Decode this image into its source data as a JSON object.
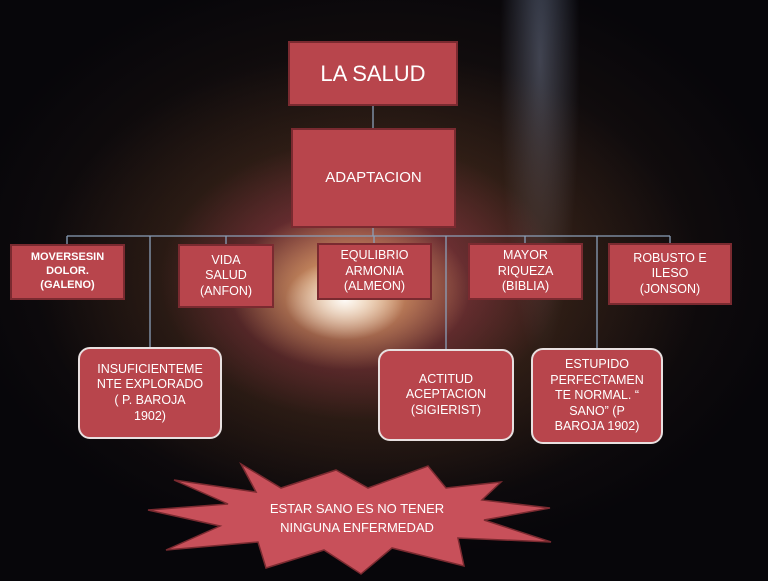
{
  "diagram": {
    "title": "LA SALUD",
    "center": "ADAPTACION",
    "level1": [
      {
        "id": "mover",
        "lines": [
          "MOVERSESIN",
          "DOLOR.",
          "(GALENO)"
        ]
      },
      {
        "id": "vida",
        "lines": [
          "VIDA",
          "SALUD",
          "(ANFON)"
        ]
      },
      {
        "id": "equi",
        "lines": [
          "EQULIBRIO",
          "ARMONIA",
          "(ALMEON)"
        ]
      },
      {
        "id": "mayor",
        "lines": [
          "MAYOR",
          "RIQUEZA",
          "(BIBLIA)"
        ]
      },
      {
        "id": "robusto",
        "lines": [
          "ROBUSTO E",
          "ILESO",
          "(JONSON)"
        ]
      }
    ],
    "level2": [
      {
        "id": "insuf",
        "lines": [
          "INSUFICIENTEME",
          "NTE EXPLORADO",
          "( P. BAROJA",
          "1902)"
        ]
      },
      {
        "id": "actitud",
        "lines": [
          "ACTITUD",
          "ACEPTACION",
          "(SIGIERIST)"
        ]
      },
      {
        "id": "estupido",
        "lines": [
          "ESTUPIDO",
          "PERFECTAMEN",
          "TE NORMAL. “",
          "SANO” (P",
          "BAROJA 1902)"
        ]
      }
    ],
    "conclusion": [
      "ESTAR SANO ES NO TENER",
      "NINGUNA ENFERMEDAD"
    ]
  },
  "colors": {
    "box_fill": "#b8454c",
    "box_border": "#7a2a30",
    "rounded_border": "#e8e0e0",
    "connector": "#8a9fb8",
    "star_fill": "#c8505a"
  }
}
